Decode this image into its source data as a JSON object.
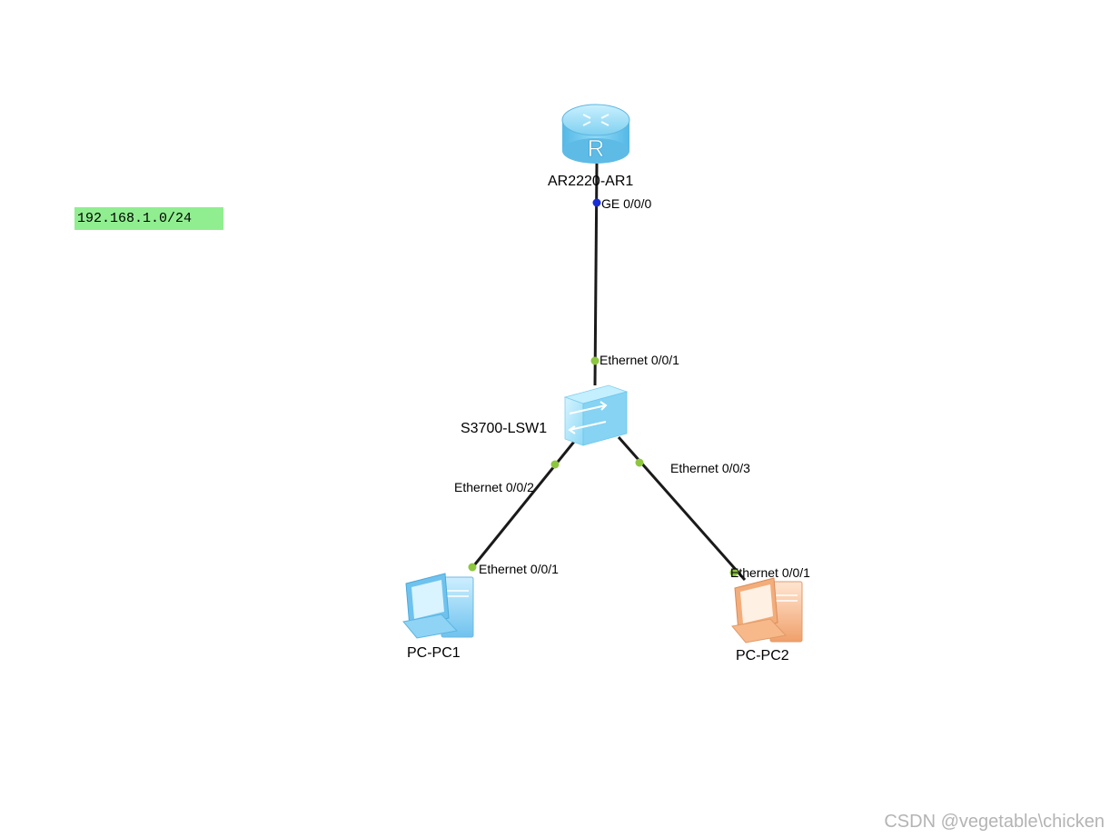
{
  "subnet_label": "192.168.1.0/24",
  "devices": {
    "router": {
      "label": "AR2220-AR1",
      "icon": "router-icon"
    },
    "switch": {
      "label": "S3700-LSW1",
      "icon": "switch-icon"
    },
    "pc1": {
      "label": "PC-PC1",
      "icon": "pc-icon"
    },
    "pc2": {
      "label": "PC-PC2",
      "icon": "pc-icon"
    }
  },
  "ports": {
    "router_ge": "GE 0/0/0",
    "switch_up": "Ethernet 0/0/1",
    "switch_pc1": "Ethernet 0/0/2",
    "switch_pc2": "Ethernet 0/0/3",
    "pc1_port": "Ethernet 0/0/1",
    "pc2_port": "Ethernet 0/0/1"
  },
  "colors": {
    "link": "#1a1a1a",
    "port_up": "#8dc63f",
    "port_router": "#1a2ed8",
    "subnet_bg": "#90ee90",
    "pc1_body": "#8fd3f5",
    "pc2_body": "#f7b98a",
    "router_body": "#7fd0f0",
    "switch_body": "#9fe0f7"
  },
  "watermark": "CSDN @vegetable\\chicken"
}
